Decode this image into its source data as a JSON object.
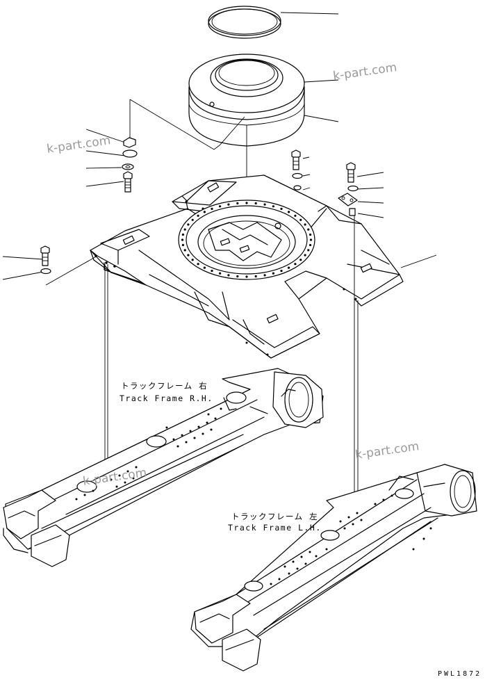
{
  "labels": {
    "track_frame_rh_jp": "トラックフレーム 右",
    "track_frame_rh_en": "Track Frame R.H.",
    "track_frame_lh_jp": "トラックフレーム 左",
    "track_frame_lh_en": "Track Frame L.H."
  },
  "watermarks": [
    "k-part.com",
    "k-part.com",
    "k-part.com",
    "k-part.com"
  ],
  "drawing_code": "PWL1872"
}
